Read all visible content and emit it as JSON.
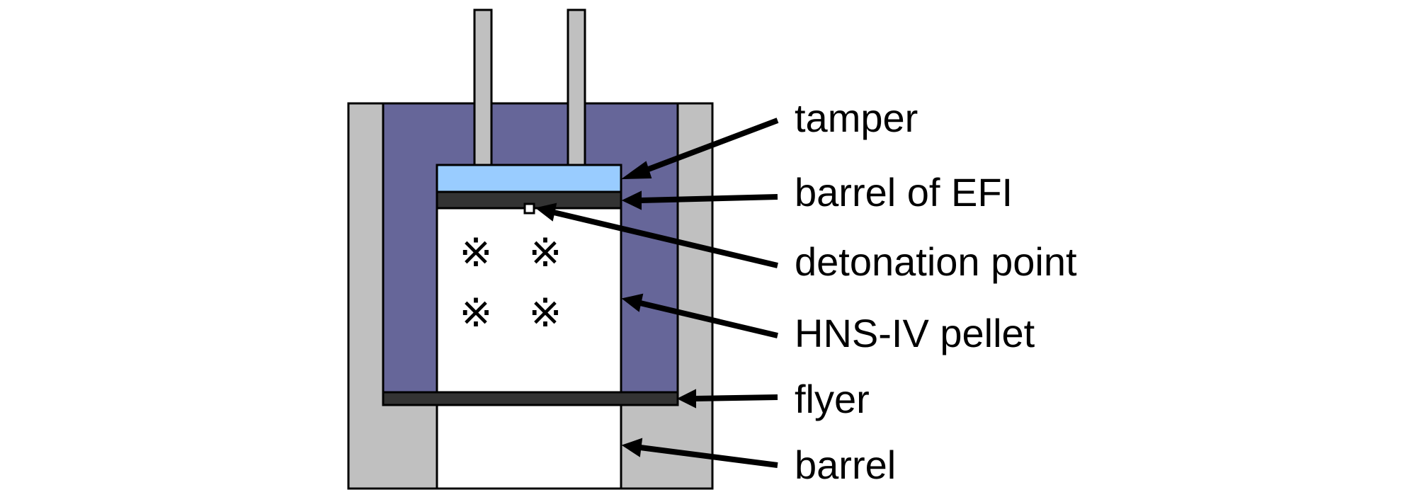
{
  "labels": {
    "tamper": "tamper",
    "barrel_of_efi": "barrel of EFI",
    "detonation_point": "detonation point",
    "hns_pellet": "HNS-IV pellet",
    "flyer": "flyer",
    "barrel": "barrel"
  },
  "pellet_marks": {
    "symbol": "※"
  },
  "colors": {
    "outer_barrel": "#c0c0c0",
    "inner_housing": "#666699",
    "tamper": "#99ccff",
    "barrel_of_efi": "#333333",
    "flyer": "#333333",
    "pellet": "#ffffff",
    "leads": "#c0c0c0",
    "stroke": "#000000"
  }
}
